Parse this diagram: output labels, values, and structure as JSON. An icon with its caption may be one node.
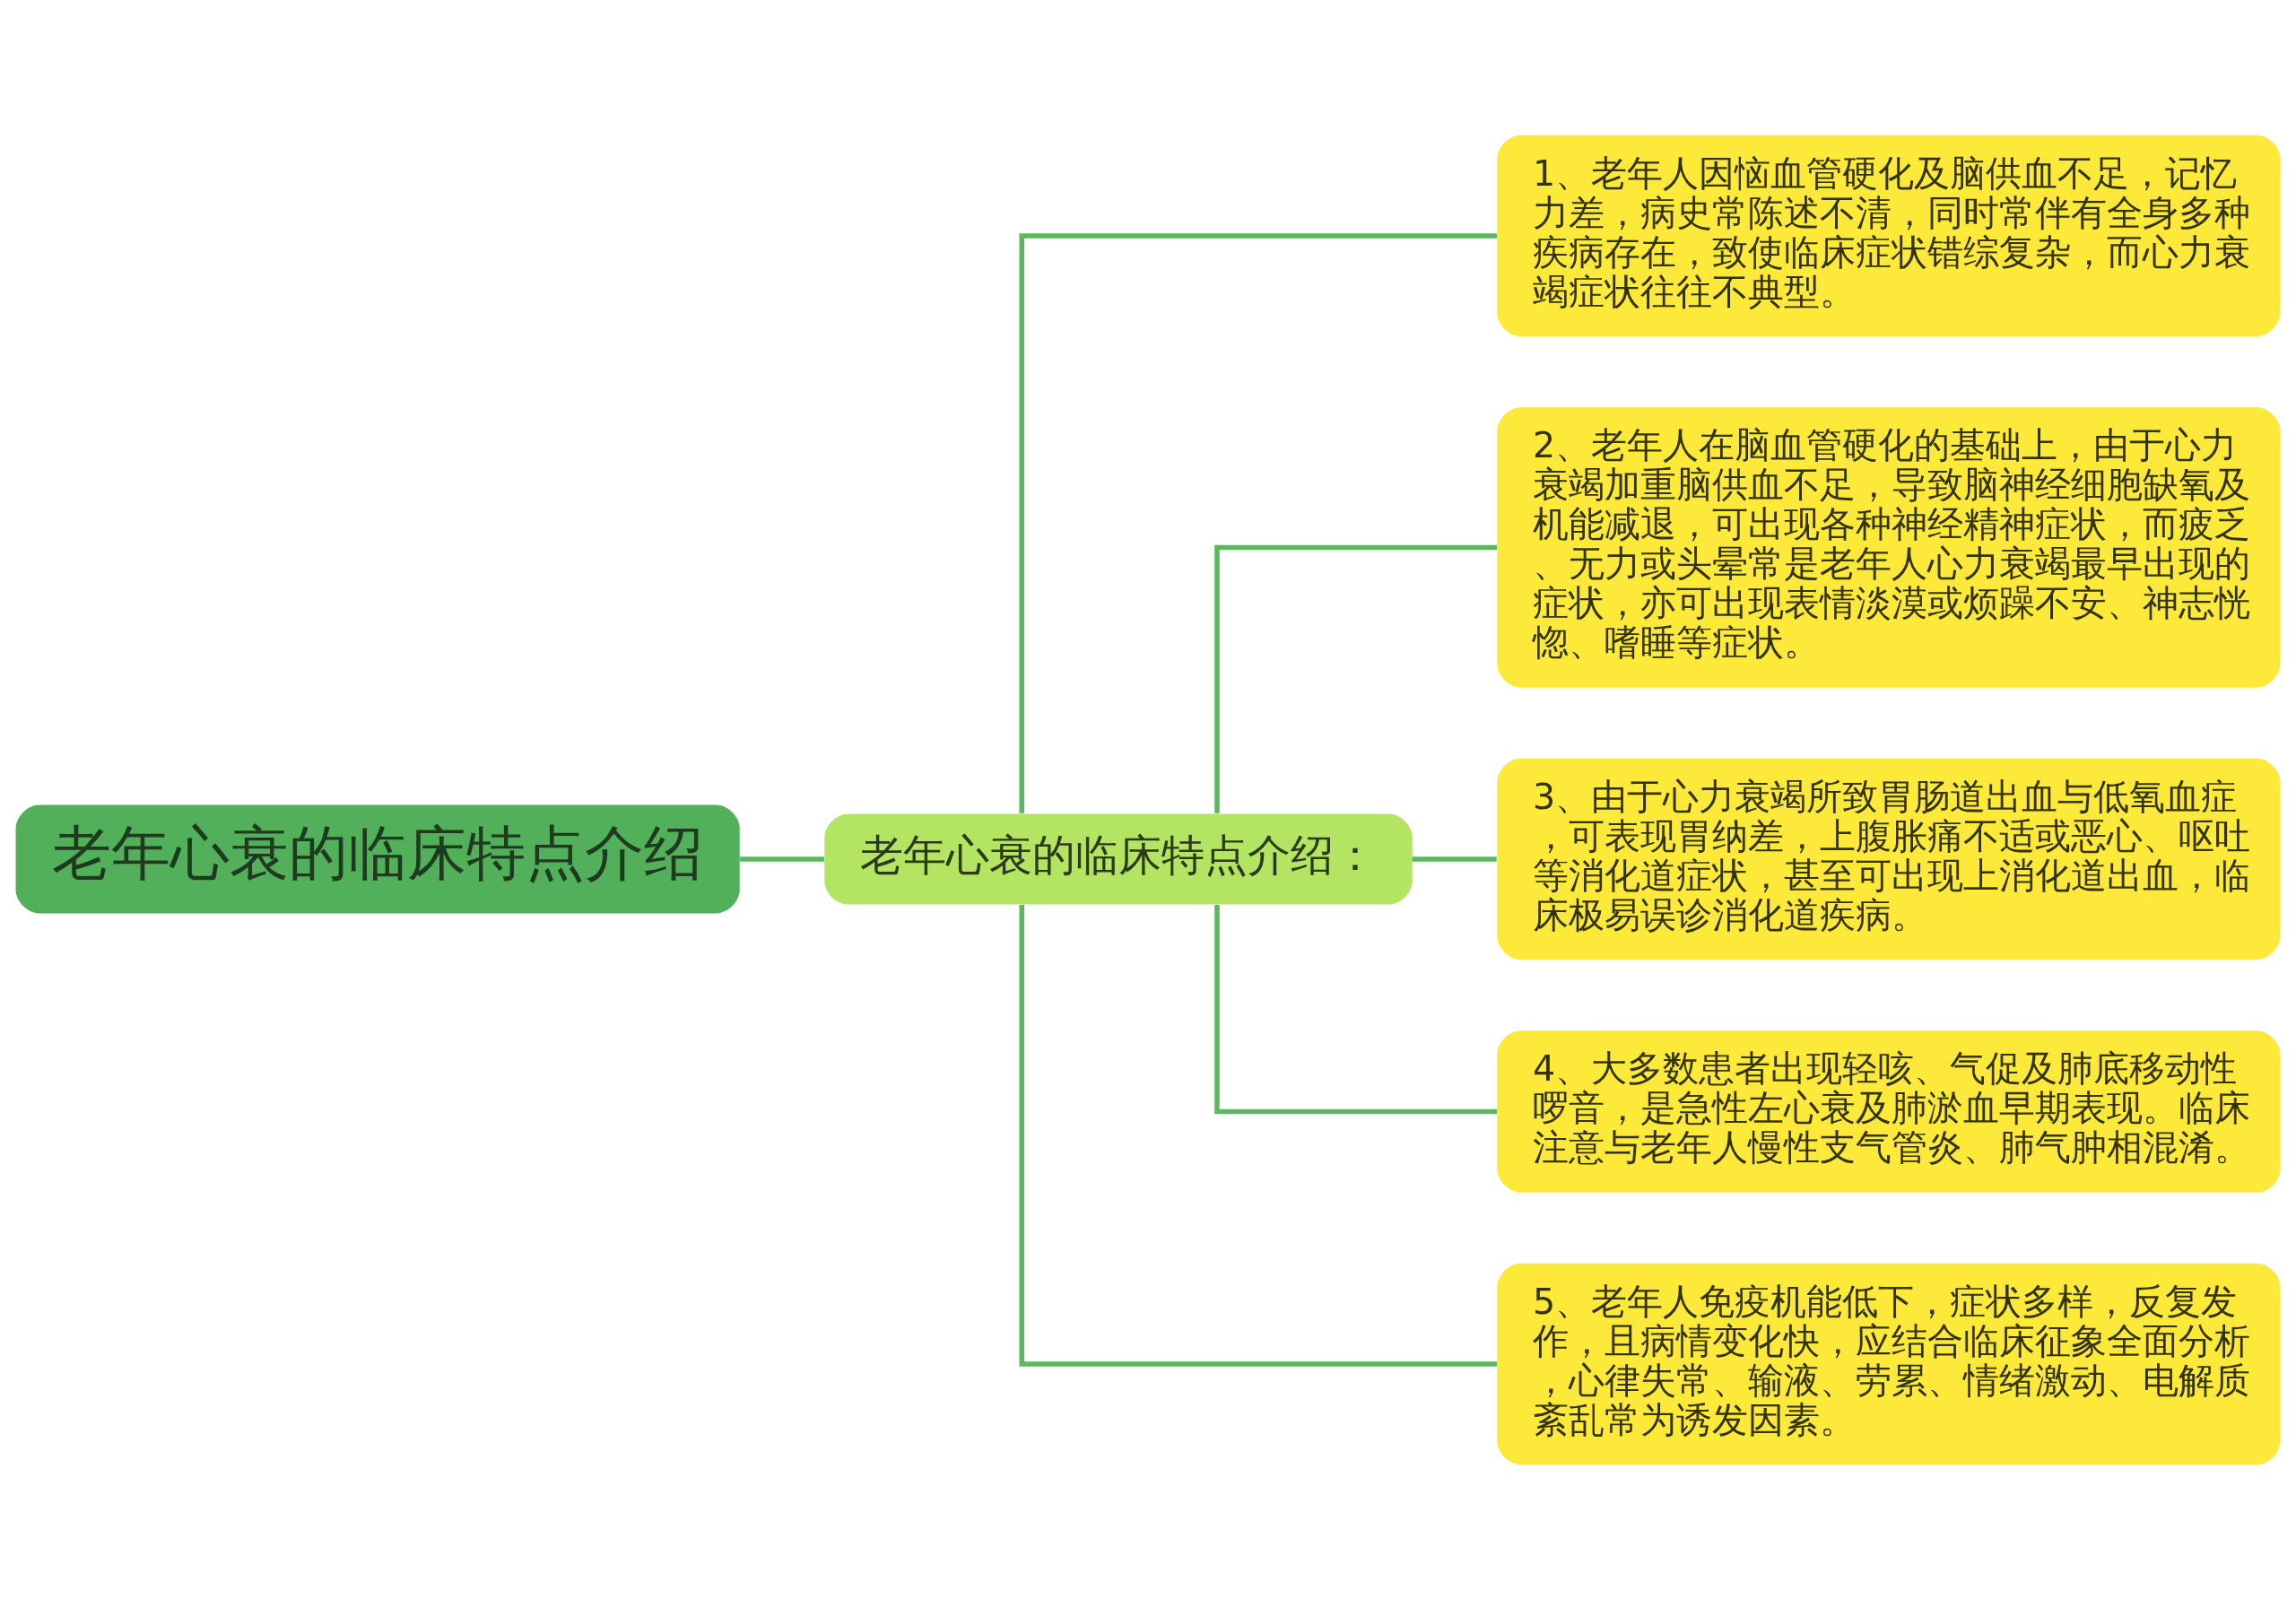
{
  "diagram": {
    "nodes": [
      {
        "text": [
          "老年心衰的临床特点介绍"
        ]
      },
      {
        "text": [
          "老年心衰的临床特点介绍："
        ]
      },
      {
        "text": [
          "1、老年人因恼血管硬化及脑供血不足，记忆力差，病史常陈述不清，同时常伴有全身多种疾病存在，致使临床症状错综复杂，而心力衰竭症状往往不典型。"
        ]
      },
      {
        "text": [
          "2、老年人在脑血管硬化的基础上，由于心力衰竭加重脑供血不足，导致脑神经细胞缺氧及机能减退，可出现各种神经精神症状，而疲乏、无力或头晕常是老年人心力衰竭最早出现的症状，亦可出现表情淡漠或烦躁不安、神志恍惚、嗜睡等症状。"
        ]
      },
      {
        "text": [
          "3、由于心力衰竭所致胃肠道出血与低氧血症，可表现胃纳差，上腹胀痛不适或恶心、呕吐等消化道症状，甚至可出现上消化道出血，临床极易误诊消化道疾病。"
        ]
      },
      {
        "text": [
          "4、大多数患者出现轻咳、气促及肺底移动性啰音，是急性左心衰及肺淤血早期表现。临床注意与老年人慢性支气管炎、肺气肿相混淆。"
        ]
      },
      {
        "text": [
          "5、老年人免疫机能低下，症状多样，反复发作，且病情变化快，应结合临床征象全面分析，心律失常、输液、劳累、情绪激动、电解质紊乱常为诱发因素。"
        ]
      }
    ],
    "edges": [
      {
        "from": 0,
        "to": 1,
        "arrow": "none"
      },
      {
        "from": 1,
        "to": 2,
        "arrow": "none"
      },
      {
        "from": 1,
        "to": 3,
        "arrow": "none"
      },
      {
        "from": 1,
        "to": 4,
        "arrow": "none"
      },
      {
        "from": 1,
        "to": 5,
        "arrow": "none"
      },
      {
        "from": 1,
        "to": 6,
        "arrow": "none"
      }
    ]
  }
}
